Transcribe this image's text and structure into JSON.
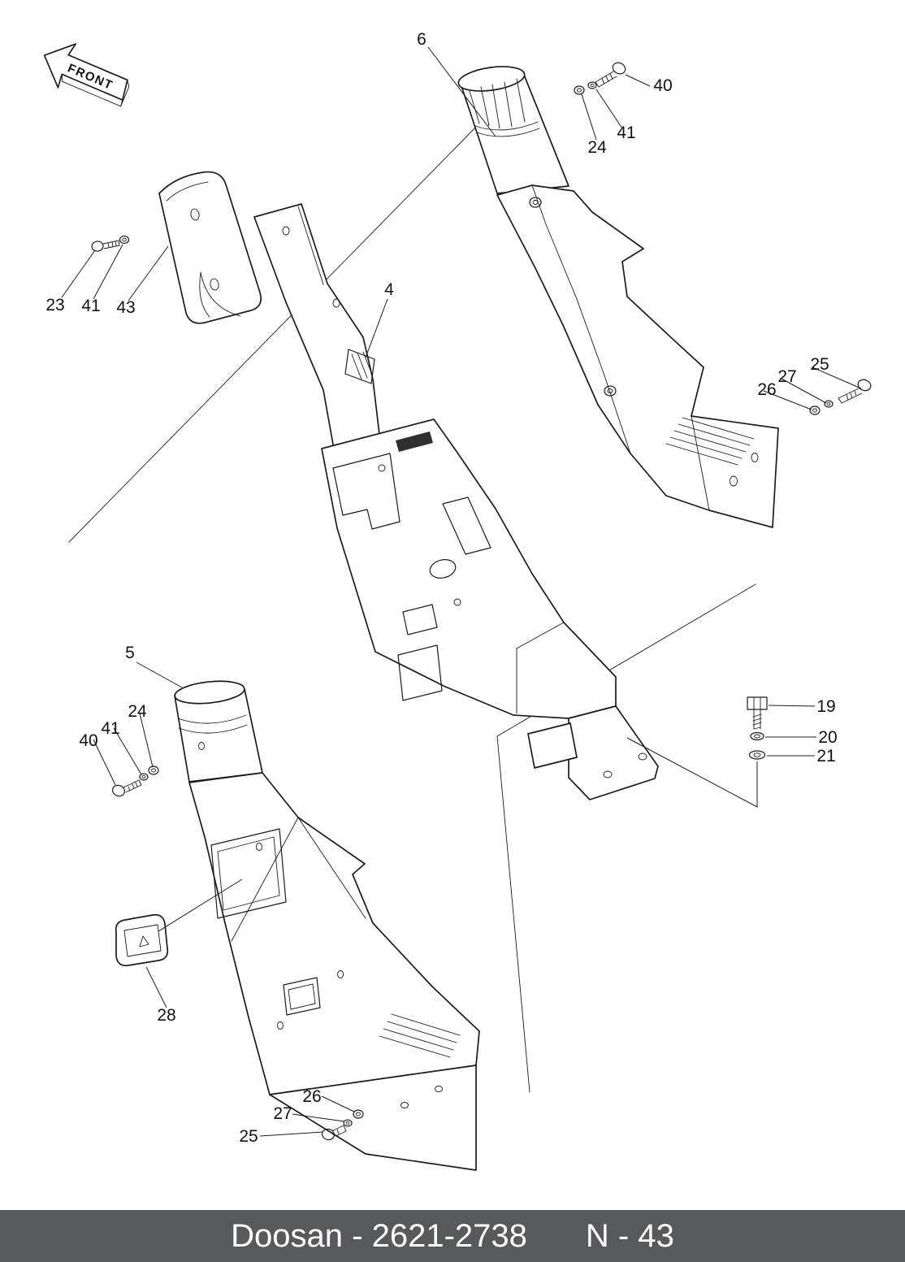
{
  "front_arrow": {
    "label": "FRONT"
  },
  "footer": {
    "doc_number": "Doosan - 2621-2738",
    "page_ref": "N - 43",
    "background": "#58595B",
    "text_color": "#FFFFFF"
  },
  "diagram": {
    "line_color": "#1C1C1C",
    "callouts": [
      {
        "label": "6"
      },
      {
        "label": "40"
      },
      {
        "label": "41"
      },
      {
        "label": "24"
      },
      {
        "label": "23"
      },
      {
        "label": "41"
      },
      {
        "label": "43"
      },
      {
        "label": "4"
      },
      {
        "label": "25"
      },
      {
        "label": "27"
      },
      {
        "label": "26"
      },
      {
        "label": "5"
      },
      {
        "label": "24"
      },
      {
        "label": "41"
      },
      {
        "label": "40"
      },
      {
        "label": "19"
      },
      {
        "label": "20"
      },
      {
        "label": "21"
      },
      {
        "label": "28"
      },
      {
        "label": "26"
      },
      {
        "label": "27"
      },
      {
        "label": "25"
      }
    ]
  }
}
